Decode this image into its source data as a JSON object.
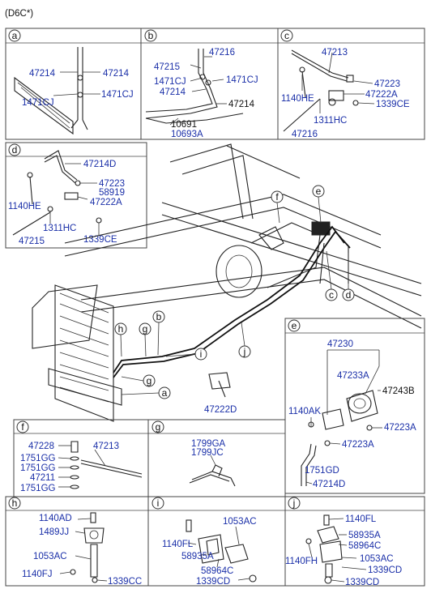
{
  "title": "(D6C*)",
  "colors": {
    "part_label": "#1a2fa8",
    "ref_label": "#111111"
  },
  "panels": {
    "a": {
      "letter": "a",
      "labels": [
        "47214",
        "47214",
        "1471CJ",
        "1471CJ"
      ]
    },
    "b": {
      "letter": "b",
      "labels": [
        "47216",
        "47215",
        "1471CJ",
        "1471CJ",
        "47214",
        "47214",
        "10691",
        "10693A"
      ]
    },
    "c": {
      "letter": "c",
      "labels": [
        "47213",
        "1140HE",
        "47223",
        "47222A",
        "1339CE",
        "1311HC",
        "47216"
      ]
    },
    "d": {
      "letter": "d",
      "labels": [
        "47214D",
        "47223",
        "58919",
        "1140HE",
        "47222A",
        "1311HC",
        "47215",
        "1339CE"
      ]
    },
    "e": {
      "letter": "e",
      "labels": [
        "47230",
        "47233A",
        "47243B",
        "1140AK",
        "47223A",
        "47223A",
        "1751GD",
        "47214D"
      ]
    },
    "f": {
      "letter": "f",
      "labels": [
        "47228",
        "47213",
        "1751GG",
        "1751GG",
        "47211",
        "1751GG"
      ]
    },
    "g": {
      "letter": "g",
      "labels": [
        "1799GA",
        "1799JC"
      ]
    },
    "h": {
      "letter": "h",
      "labels": [
        "1140AD",
        "1489JJ",
        "1053AC",
        "1140FJ",
        "1339CC"
      ]
    },
    "i": {
      "letter": "i",
      "labels": [
        "1053AC",
        "1140FL",
        "58935A",
        "58964C",
        "1339CD"
      ]
    },
    "j": {
      "letter": "j",
      "labels": [
        "1140FL",
        "58935A",
        "58964C",
        "1140FH",
        "1053AC",
        "1339CD",
        "1339CD"
      ]
    }
  },
  "main": {
    "callouts": [
      "f",
      "e",
      "c",
      "d",
      "h",
      "g",
      "b",
      "i",
      "j",
      "g",
      "a"
    ],
    "standalone_label": "47222D"
  }
}
